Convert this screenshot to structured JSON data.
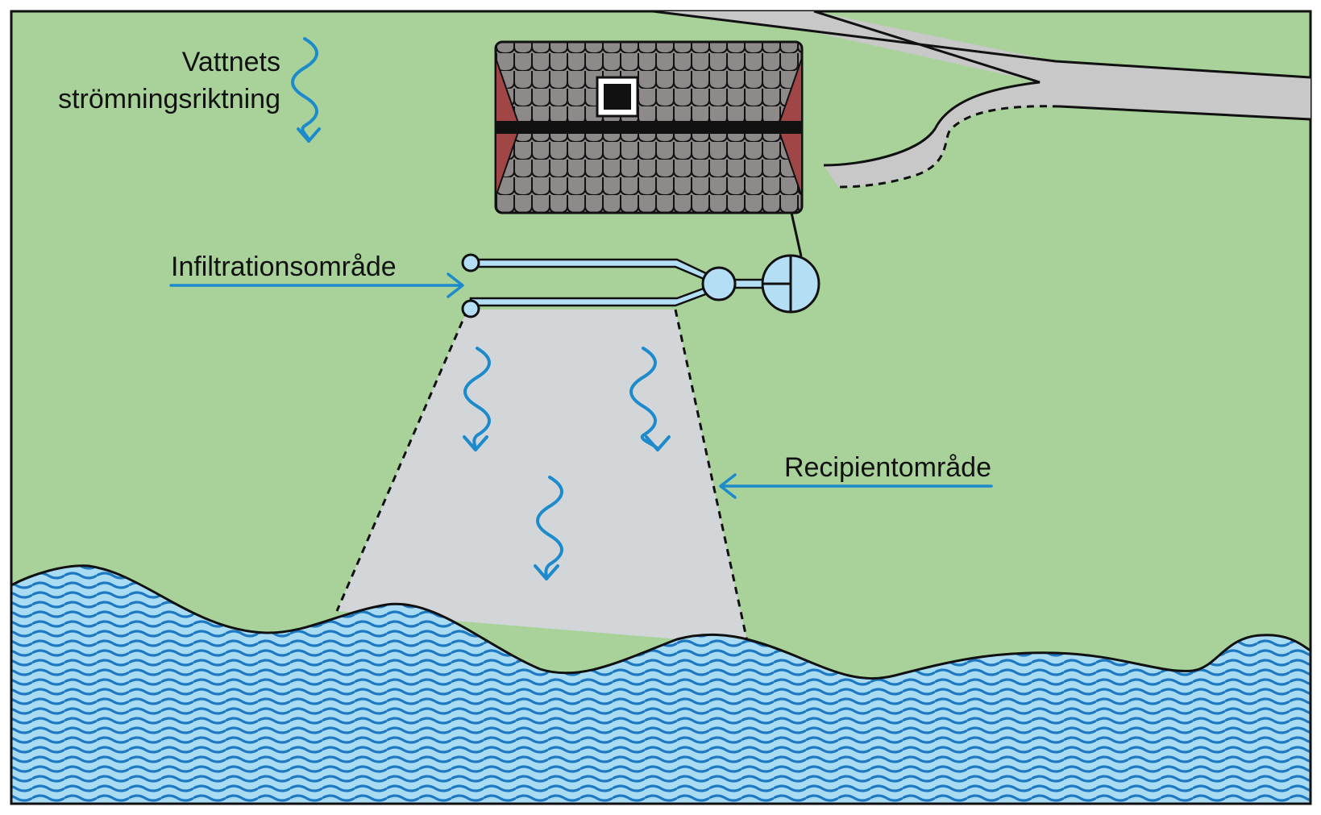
{
  "labels": {
    "flow_direction_line1": "Vattnets",
    "flow_direction_line2": "strömningsriktning",
    "infiltration": "Infiltrationsområde",
    "recipient": "Recipientområde"
  },
  "colors": {
    "land": "#a8d29a",
    "water_light": "#a9dcf3",
    "water_wave": "#1e78c2",
    "recipient_area": "#d3d6d8",
    "road": "#c8c8c8",
    "roof_tile": "#8f8a8a",
    "gable": "#a04646",
    "pipe": "#b3def4",
    "arrow": "#1d8acb",
    "outline": "#111111"
  },
  "icons": {
    "flow_arrow": "wavy-down-arrow-icon",
    "house": "house-roof-icon",
    "septic_tank": "septic-tank-icon",
    "distribution_well": "distribution-well-icon"
  }
}
